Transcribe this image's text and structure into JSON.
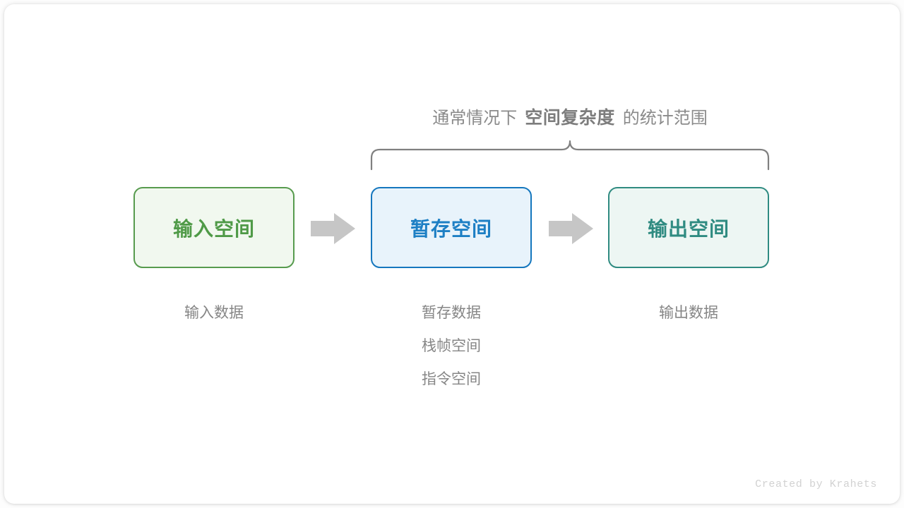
{
  "diagram": {
    "brace_caption": {
      "prefix": "通常情况下",
      "emphasis": "空间复杂度",
      "suffix": "的统计范围"
    },
    "boxes": [
      {
        "id": "input",
        "label": "输入空间",
        "border_color": "#579b4e",
        "fill_color": "#f1f8ef",
        "text_color": "#4f9a47"
      },
      {
        "id": "temp",
        "label": "暂存空间",
        "border_color": "#1577be",
        "fill_color": "#e8f3fb",
        "text_color": "#1d7fc4"
      },
      {
        "id": "output",
        "label": "输出空间",
        "border_color": "#2f8b81",
        "fill_color": "#edf6f3",
        "text_color": "#2f8b81"
      }
    ],
    "arrows": [
      {
        "id": "arrow-1",
        "icon": "right-arrow-icon",
        "color": "#c6c6c6"
      },
      {
        "id": "arrow-2",
        "icon": "right-arrow-icon",
        "color": "#c6c6c6"
      }
    ],
    "captions": {
      "input": [
        "输入数据"
      ],
      "temp": [
        "暂存数据",
        "栈帧空间",
        "指令空间"
      ],
      "output": [
        "输出数据"
      ]
    },
    "brace": {
      "icon": "curly-brace-icon",
      "color": "#808080",
      "spans": [
        "temp",
        "output"
      ]
    },
    "watermark": "Created by Krahets",
    "colors": {
      "background": "#fdfdfd",
      "card": "#ffffff",
      "muted_text": "#868686",
      "emphasis_text": "#7d7d7d",
      "watermark": "#d2d2d2"
    }
  }
}
